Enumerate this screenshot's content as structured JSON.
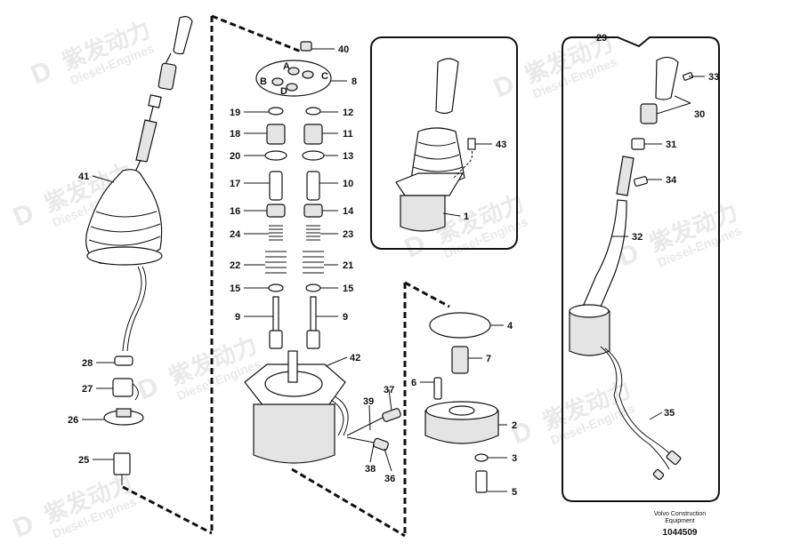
{
  "labels": {
    "l1": "1",
    "l2": "2",
    "l3": "3",
    "l4": "4",
    "l5": "5",
    "l6": "6",
    "l7": "7",
    "l8": "8",
    "l9a": "9",
    "l9b": "9",
    "l10": "10",
    "l11": "11",
    "l12": "12",
    "l13": "13",
    "l14": "14",
    "l15a": "15",
    "l15b": "15",
    "l16": "16",
    "l17": "17",
    "l18": "18",
    "l19": "19",
    "l20": "20",
    "l21": "21",
    "l22": "22",
    "l23": "23",
    "l24": "24",
    "l25": "25",
    "l26": "26",
    "l27": "27",
    "l28": "28",
    "l29": "29",
    "l30": "30",
    "l31": "31",
    "l32": "32",
    "l33": "33",
    "l34": "34",
    "l35": "35",
    "l36": "36",
    "l37": "37",
    "l38": "38",
    "l39": "39",
    "l40": "40",
    "l41": "41",
    "l42": "42",
    "l43": "43"
  },
  "port_letters": {
    "a": "A",
    "b": "B",
    "c": "C",
    "d": "D"
  },
  "footer": {
    "company_line1": "Volvo Construction",
    "company_line2": "Equipment",
    "drawing_number": "1044509"
  },
  "watermark": {
    "brand_cn": "紫发动力",
    "brand_en": "Diesel-Engines"
  }
}
